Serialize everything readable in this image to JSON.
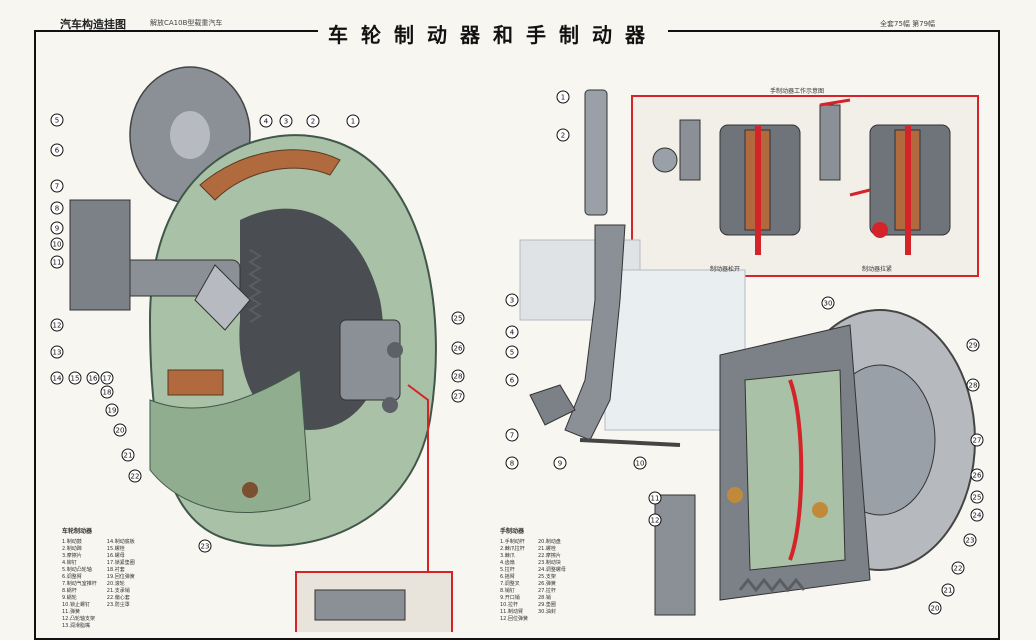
{
  "header": {
    "series_title": "汽车构造挂图",
    "series_subtitle": "解放CA10B型载重汽车",
    "main_title": "车轮制动器和手制动器",
    "page_info": "全套75幅  第79幅"
  },
  "inset_top": {
    "title": "手制动器工作示意图",
    "label_left": "制动器松开",
    "label_right": "制动器拉紧"
  },
  "callouts_left": [
    "5",
    "6",
    "7",
    "8",
    "9",
    "10",
    "11",
    "12",
    "13",
    "14",
    "15",
    "16",
    "17",
    "18",
    "19",
    "20",
    "21",
    "22",
    "23",
    "4",
    "3",
    "2",
    "1",
    "25",
    "26",
    "28",
    "27"
  ],
  "callouts_right": [
    "1",
    "2",
    "3",
    "4",
    "5",
    "6",
    "7",
    "8",
    "9",
    "10",
    "11",
    "12",
    "30",
    "29",
    "28",
    "27",
    "26",
    "25",
    "24",
    "23",
    "22",
    "21",
    "20"
  ],
  "legend_left": {
    "title": "车轮制动器",
    "col1": [
      "1.制动鼓",
      "2.制动蹄",
      "3.摩擦片",
      "4.铆钉",
      "5.制动凸轮轴",
      "6.调整臂",
      "7.制动气室推杆",
      "8.蜗杆",
      "9.蜗轮",
      "10.锁止螺钉",
      "11.弹簧",
      "12.凸轮轴支架",
      "13.润滑脂嘴"
    ],
    "col2": [
      "14.制动底板",
      "15.螺栓",
      "16.螺母",
      "17.锁紧垫圈",
      "18.衬套",
      "19.回位弹簧",
      "20.滚轮",
      "21.支承销",
      "22.偏心套",
      "23.防尘罩"
    ]
  },
  "legend_right": {
    "title": "手制动器",
    "col1": [
      "1.手制动杆",
      "2.棘爪拉杆",
      "3.棘爪",
      "4.齿扇",
      "5.拉杆",
      "6.摇臂",
      "7.调整叉",
      "8.销钉",
      "9.开口销",
      "10.拉杆",
      "11.制动臂",
      "12.回位弹簧"
    ],
    "col2": [
      "20.制动盘",
      "21.螺栓",
      "22.摩擦片",
      "23.制动块",
      "24.调整螺母",
      "25.支架",
      "26.弹簧",
      "27.拉杆",
      "28.销",
      "29.垫圈",
      "30.油封"
    ]
  },
  "colors": {
    "green": "#a9c2a7",
    "dark_green": "#6f8f72",
    "metal": "#8b8f96",
    "brake_pad": "#b06a3d",
    "red_frame": "#d4242a"
  }
}
